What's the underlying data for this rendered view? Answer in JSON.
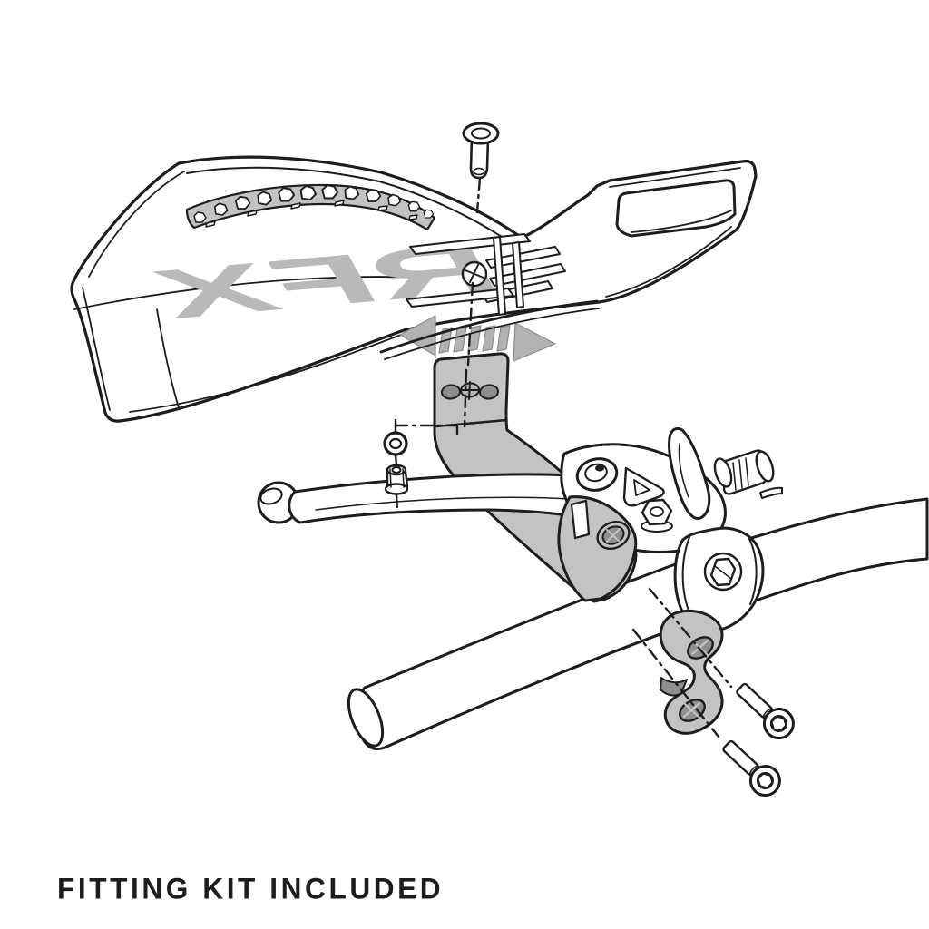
{
  "caption": {
    "text": "FITTING KIT INCLUDED"
  },
  "illustration": {
    "brand_logo": "RFX",
    "type": "exploded-assembly-diagram",
    "parts": [
      "handguard shield",
      "grip texture strip",
      "guard mounting screw",
      "adjustment direction arrow",
      "guard mounting bracket",
      "washer",
      "flanged nut",
      "brake lever",
      "lever perch",
      "lever adjuster barrel",
      "adjuster wing knob",
      "perch clamp",
      "handlebar",
      "bar clamp half",
      "clamp socket bolts"
    ]
  },
  "colors": {
    "background": "#ffffff",
    "ink": "#1d1d1d",
    "part_gray": "#c3c3c3",
    "hole_gray": "#8f8f8f",
    "arrow_gray": "#b2b2b2",
    "arrow_edge": "#8b8b8b",
    "logo_gray": "#b9b9b9"
  }
}
